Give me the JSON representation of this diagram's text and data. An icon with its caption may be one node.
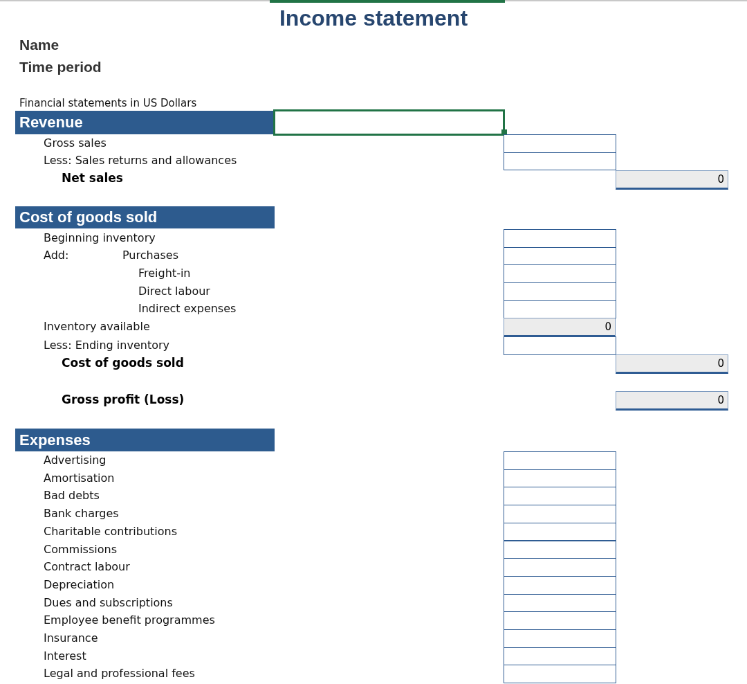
{
  "diagram": {
    "title": "Income statement",
    "nodes": [
      {
        "text": [
          "Revenue"
        ]
      },
      {
        "text": [
          "Cost of goods sold"
        ]
      },
      {
        "text": [
          "Expenses"
        ]
      }
    ],
    "labels": [
      "Name",
      "Time period",
      "Financial statements in US Dollars",
      "Gross sales",
      "Less: Sales returns and allowances",
      "Net sales",
      "0",
      "Beginning inventory",
      "Add:",
      "Purchases",
      "Freight-in",
      "Direct labour",
      "Indirect expenses",
      "Inventory available",
      "0",
      "Less: Ending inventory",
      "Cost of goods sold",
      "0",
      "Gross profit (Loss)",
      "0",
      "Advertising",
      "Amortisation",
      "Bad debts",
      "Bank charges",
      "Charitable contributions",
      "Commissions",
      "Contract labour",
      "Depreciation",
      "Dues and subscriptions",
      "Employee benefit programmes",
      "Insurance",
      "Interest",
      "Legal and professional fees"
    ]
  }
}
